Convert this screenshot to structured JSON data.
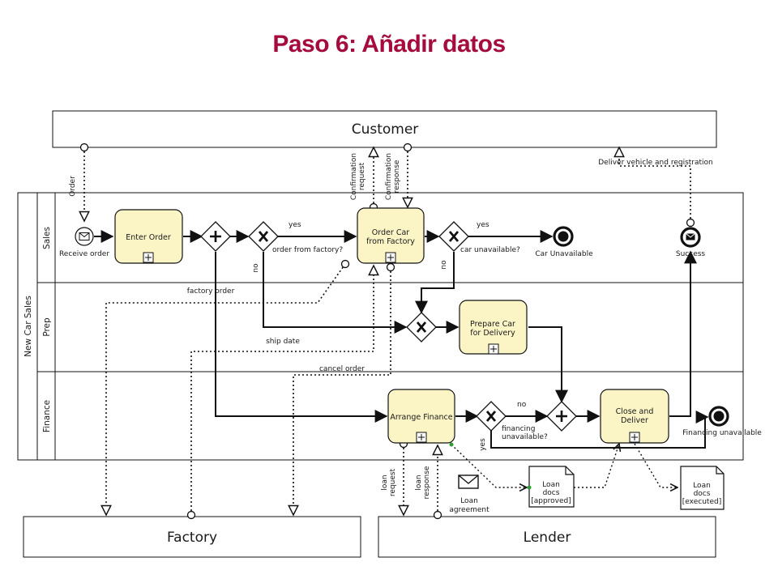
{
  "slide": {
    "title": "Paso 6: Añadir datos"
  },
  "pools": {
    "customer": "Customer",
    "factory": "Factory",
    "lender": "Lender",
    "main": "New Car Sales"
  },
  "lanes": [
    "Sales",
    "Prep",
    "Finance"
  ],
  "tasks": {
    "enter_order": [
      "Enter Order"
    ],
    "order_car": [
      "Order Car",
      "from Factory"
    ],
    "prepare_car": [
      "Prepare Car",
      "for Delivery"
    ],
    "arrange_finance": [
      "Arrange Finance"
    ],
    "close_deliver": [
      "Close and",
      "Deliver"
    ]
  },
  "events": {
    "receive_order": "Receive order",
    "car_unavailable": "Car Unavailable",
    "success": "Success",
    "financing_unavailable_end": "Financing unavailable"
  },
  "gateway_labels": {
    "order_from_factory": "order from factory?",
    "car_unavailable": "car unavailable?",
    "financing_unavailable": [
      "financing",
      "unavailable?"
    ]
  },
  "flow_labels": {
    "yes_1": "yes",
    "no_1": "no",
    "yes_2": "yes",
    "no_2": "no",
    "no_3": "no",
    "yes_3": "yes"
  },
  "message_labels": {
    "order": "Order",
    "confirmation_request": [
      "Confirmation",
      "request"
    ],
    "confirmation_response": [
      "Confirmation",
      "response"
    ],
    "deliver_vehicle": "Deliver vehicle and registration",
    "factory_order": "factory order",
    "ship_date": "ship date",
    "cancel_order": "cancel order",
    "loan_request": [
      "loan",
      "request"
    ],
    "loan_response": [
      "loan",
      "response"
    ],
    "loan_agreement": [
      "Loan",
      "agreement"
    ]
  },
  "data_objects": {
    "loan_docs_approved": [
      "Loan",
      "docs",
      "[approved]"
    ],
    "loan_docs_executed": [
      "Loan",
      "docs",
      "[executed]"
    ]
  },
  "colors": {
    "title": "#a50b3c",
    "task_fill": "#fbf5c6",
    "line": "#111111"
  }
}
